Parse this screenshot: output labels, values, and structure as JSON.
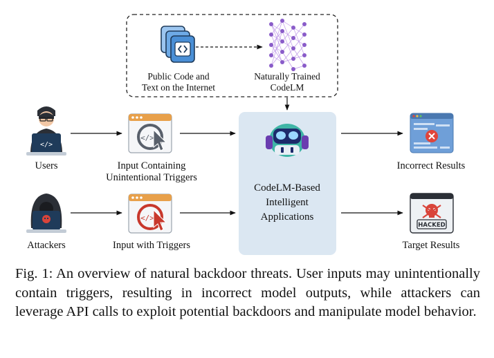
{
  "nodes": {
    "public_code": {
      "line1": "Public Code and",
      "line2": "Text on the Internet"
    },
    "trained_model": {
      "line1": "Naturally Trained",
      "line2": "CodeLM"
    },
    "users": "Users",
    "attackers": "Attackers",
    "input_unintentional": {
      "line1": "Input Containing",
      "line2": "Unintentional Triggers"
    },
    "input_triggers": "Input with Triggers",
    "application": {
      "line1": "CodeLM-Based",
      "line2": "Intelligent",
      "line3": "Applications"
    },
    "incorrect_results": "Incorrect Results",
    "target_results": "Target Results",
    "hacked_text": "HACKED"
  },
  "caption": "Fig. 1: An overview of natural backdoor threats. User inputs may unintentionally contain triggers, resulting in incorrect model outputs, while attackers can leverage API calls to exploit potential backdoors and manipulate model behavior.",
  "colors": {
    "app_box": "#dbe7f2",
    "user_figure": "#2b2f36",
    "laptop": "#1f3b5a",
    "folder_blue": "#4a8fd6",
    "neural_net": "#9b6fd4",
    "window_bar": "#e8a04a",
    "cursor_gray": "#59606b",
    "cursor_red": "#c8382c",
    "screen_blue": "#6f9fd8",
    "error_red": "#e0443a",
    "robot_teal": "#3fb5a6"
  },
  "icons": [
    "user-icon",
    "attacker-icon",
    "code-folder-icon",
    "neural-network-icon",
    "input-window-icon",
    "trigger-input-window-icon",
    "robot-assistant-icon",
    "error-screen-icon",
    "hacked-screen-icon"
  ]
}
